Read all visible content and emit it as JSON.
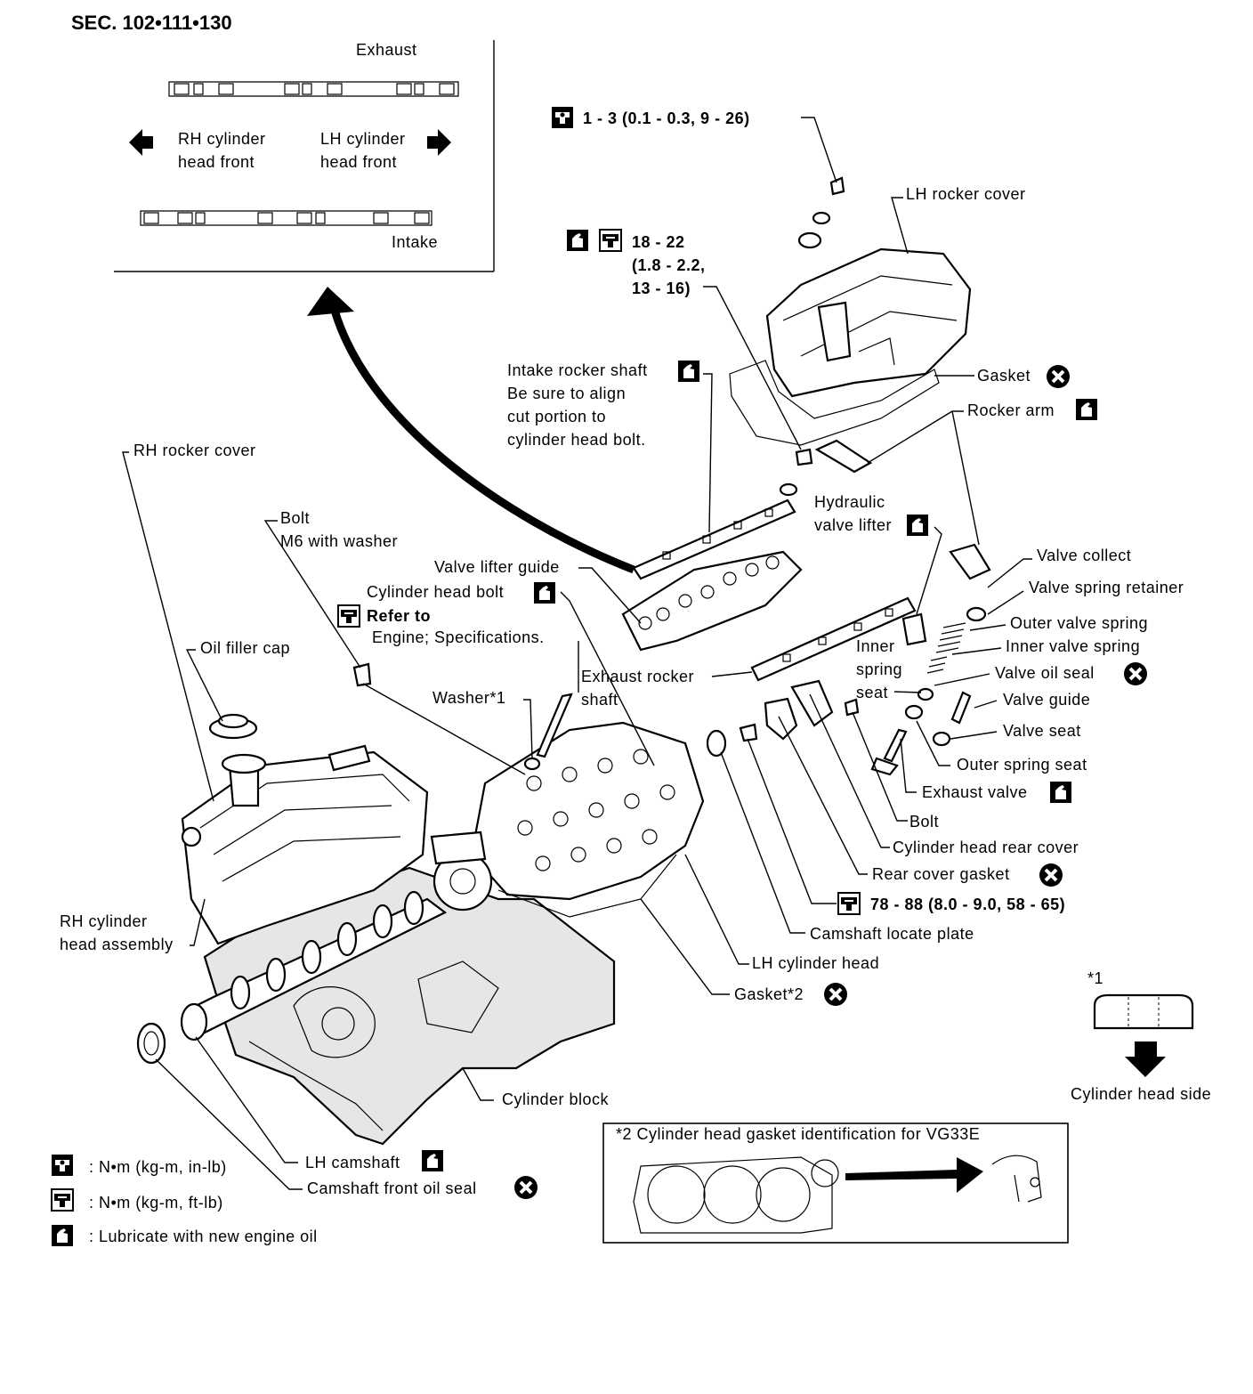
{
  "section": "SEC. 102•111•130",
  "inset": {
    "exhaust": "Exhaust",
    "intake": "Intake",
    "rh_front": [
      "RH cylinder",
      "head front"
    ],
    "lh_front": [
      "LH cylinder",
      "head front"
    ]
  },
  "callouts": {
    "torque_small": "1 - 3 (0.1 - 0.3, 9 - 26)",
    "torque_bolt": [
      "18 - 22",
      "(1.8 - 2.2,",
      "13 - 16)"
    ],
    "lh_rocker_cover": "LH rocker cover",
    "gasket_top": "Gasket",
    "rocker_arm": "Rocker arm",
    "intake_rocker_shaft": [
      "Intake rocker shaft",
      "Be sure to align",
      "cut portion to",
      "cylinder head bolt."
    ],
    "hydraulic_lifter": [
      "Hydraulic",
      "valve lifter"
    ],
    "rh_rocker_cover": "RH rocker cover",
    "bolt_m6": [
      "Bolt",
      "M6 with washer"
    ],
    "valve_lifter_guide": "Valve lifter guide",
    "cylinder_head_bolt": "Cylinder head bolt",
    "refer_to": "Refer to",
    "engine_specs": "Engine; Specifications.",
    "valve_collect": "Valve collect",
    "valve_spring_retainer": "Valve spring retainer",
    "outer_valve_spring": "Outer valve spring",
    "inner_valve_spring": "Inner valve spring",
    "inner_spring_seat": [
      "Inner",
      "spring",
      "seat"
    ],
    "valve_oil_seal": "Valve oil seal",
    "valve_guide": "Valve guide",
    "valve_seat": "Valve seat",
    "outer_spring_seat": "Outer spring seat",
    "exhaust_valve": "Exhaust valve",
    "bolt": "Bolt",
    "oil_filler_cap": "Oil filler cap",
    "exhaust_rocker_shaft": [
      "Exhaust rocker",
      "shaft"
    ],
    "washer1": "Washer*1",
    "cyl_head_rear_cover": "Cylinder head rear cover",
    "rear_cover_gasket": "Rear cover gasket",
    "torque_head": "78 - 88 (8.0 - 9.0, 58 - 65)",
    "camshaft_locate_plate": "Camshaft locate plate",
    "rh_cyl_head_assy": [
      "RH cylinder",
      "head assembly"
    ],
    "lh_cylinder_head": "LH cylinder head",
    "gasket2": "Gasket*2",
    "cylinder_block": "Cylinder block",
    "lh_camshaft": "LH camshaft",
    "camshaft_front_oil_seal": "Camshaft front oil seal"
  },
  "washer_detail": {
    "ref": "*1",
    "caption": "Cylinder head side"
  },
  "gasket_id": {
    "title": "*2 Cylinder head gasket identification for VG33E"
  },
  "legend": [
    {
      "icon": "torque-wrench-inlb-icon",
      "text": ": N•m (kg-m, in-lb)"
    },
    {
      "icon": "torque-wrench-ftlb-icon",
      "text": ": N•m (kg-m, ft-lb)"
    },
    {
      "icon": "oil-can-icon",
      "text": ": Lubricate with new engine oil"
    }
  ]
}
